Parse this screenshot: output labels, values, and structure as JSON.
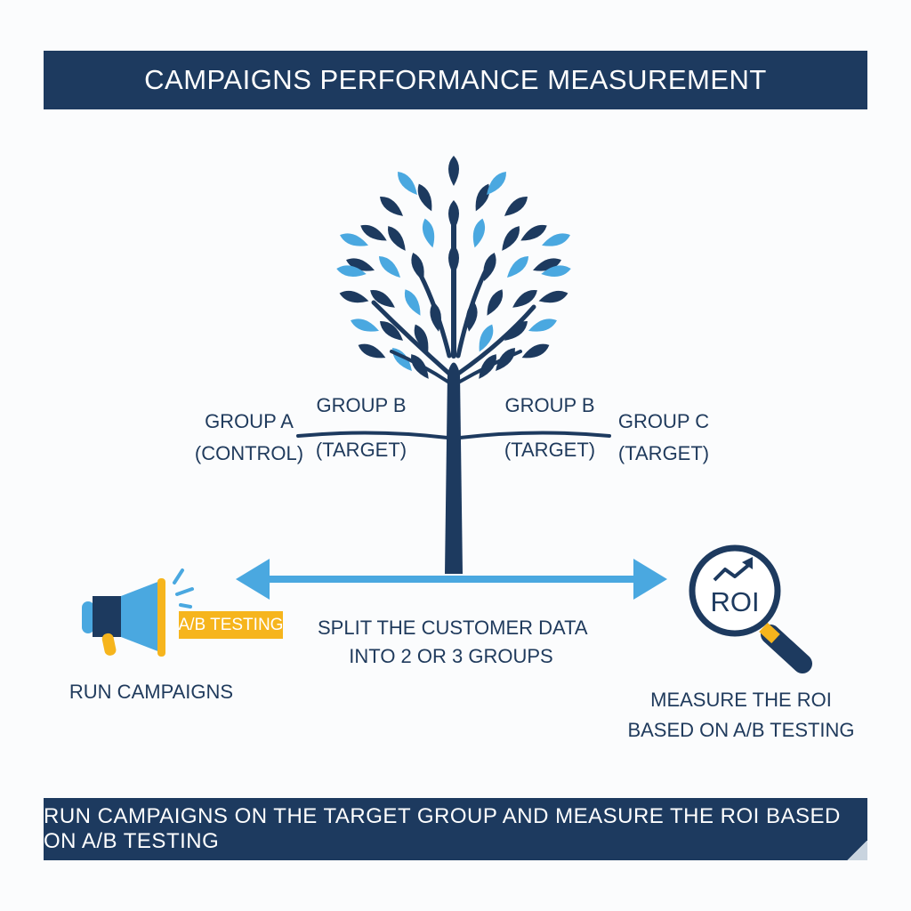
{
  "header": {
    "title": "CAMPAIGNS PERFORMANCE MEASUREMENT"
  },
  "groups": [
    {
      "name": "GROUP A",
      "role": "(CONTROL)"
    },
    {
      "name": "GROUP B",
      "role": "(TARGET)"
    },
    {
      "name": "GROUP B",
      "role": "(TARGET)"
    },
    {
      "name": "GROUP C",
      "role": "(TARGET)"
    }
  ],
  "left_step": {
    "tag": "A/B TESTING",
    "label": "RUN CAMPAIGNS",
    "icon": "megaphone-icon"
  },
  "center_step": {
    "line1": "SPLIT THE CUSTOMER DATA",
    "line2": "INTO 2 OR 3 GROUPS"
  },
  "right_step": {
    "icon_text": "ROI",
    "line1": "MEASURE THE ROI",
    "line2": "BASED ON A/B TESTING",
    "icon": "roi-magnifier-icon"
  },
  "footer": {
    "text": "RUN CAMPAIGNS ON THE TARGET GROUP AND MEASURE THE ROI BASED ON A/B TESTING"
  },
  "colors": {
    "navy": "#1d3a5f",
    "light_blue": "#4aa8e0",
    "yellow": "#f6b51d",
    "text": "#1f3a5c"
  }
}
